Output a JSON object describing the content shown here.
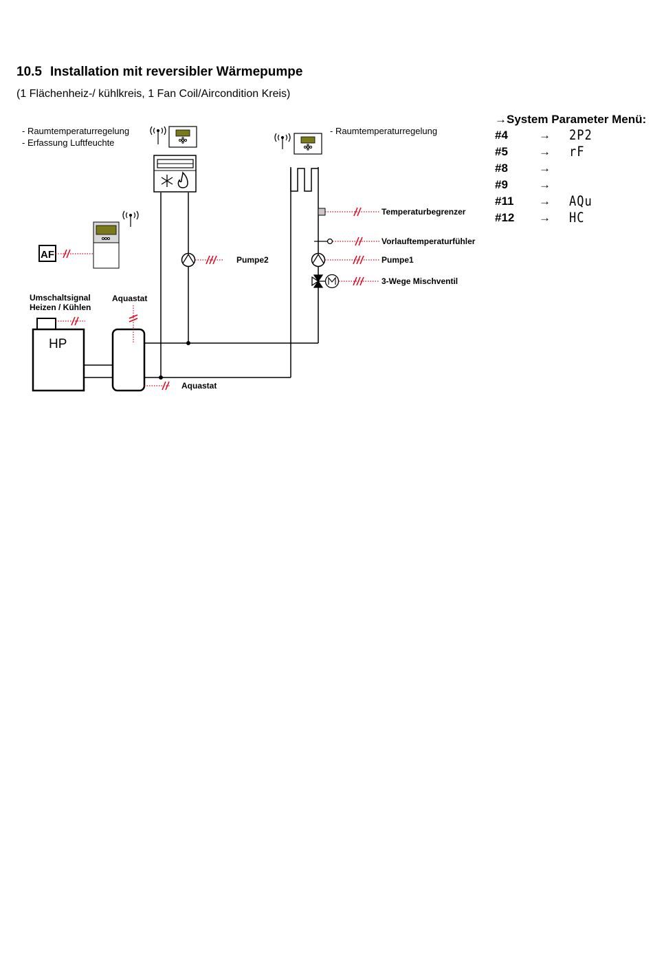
{
  "heading": {
    "number": "10.5",
    "title": "Installation mit reversibler Wärmepumpe"
  },
  "subheading": "(1 Flächenheiz-/ kühlkreis, 1 Fan Coil/Aircondition Kreis)",
  "labels": {
    "left_bullet_1": "-  Raumtemperaturregelung",
    "left_bullet_2": "-  Erfassung Luftfeuchte",
    "right_bullet": "-  Raumtemperaturregelung",
    "af": "AF",
    "hp": "HP",
    "switch_signal_1": "Umschaltsignal",
    "switch_signal_2": "Heizen / Kühlen",
    "aquastat_top": "Aquastat",
    "aquastat_bottom": "Aquastat",
    "pump2": "Pumpe2",
    "temp_limiter": "Temperaturbegrenzer",
    "flow_sensor": "Vorlauftemperaturfühler",
    "pump1": "Pumpe1",
    "mixing_valve": "3-Wege Mischventil"
  },
  "menu": {
    "arrow": "→",
    "title": "System Parameter Menü:",
    "rows": [
      {
        "key": "#4",
        "value": "2P2"
      },
      {
        "key": "#5",
        "value": "rF"
      },
      {
        "key": "#8",
        "value": ""
      },
      {
        "key": "#9",
        "value": ""
      },
      {
        "key": "#11",
        "value": "AQu"
      },
      {
        "key": "#12",
        "value": "HC"
      }
    ]
  },
  "colors": {
    "signal": "#e0001b",
    "display": "#7a7a1c",
    "line": "#000000"
  }
}
